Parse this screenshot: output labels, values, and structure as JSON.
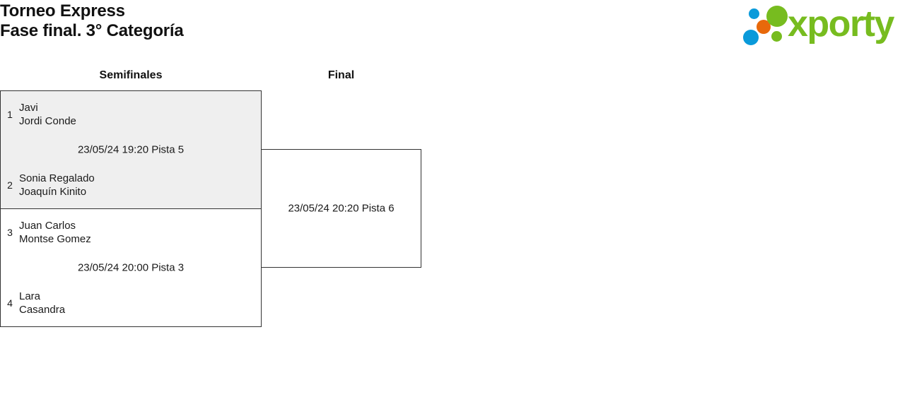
{
  "header": {
    "title_line1": "Torneo Express",
    "title_line2": "Fase final. 3° Categoría",
    "logo": {
      "wordmark": "xporty",
      "green": "#77bc1f",
      "blue": "#0a9ada",
      "orange": "#e8690b"
    }
  },
  "bracket": {
    "rounds": [
      {
        "label": "Semifinales"
      },
      {
        "label": "Final"
      }
    ],
    "matches": [
      {
        "id": "semifinal-1",
        "highlighted": true,
        "meta": "23/05/24 19:20 Pista 5",
        "teams": [
          {
            "seed": "1",
            "player1": "Javi",
            "player2": "Jordi Conde"
          },
          {
            "seed": "2",
            "player1": "Sonia Regalado",
            "player2": "Joaquín Kinito"
          }
        ]
      },
      {
        "id": "semifinal-2",
        "highlighted": false,
        "meta": "23/05/24 20:00 Pista 3",
        "teams": [
          {
            "seed": "3",
            "player1": "Juan Carlos",
            "player2": "Montse Gomez"
          },
          {
            "seed": "4",
            "player1": "Lara",
            "player2": "Casandra"
          }
        ]
      },
      {
        "id": "final",
        "highlighted": false,
        "meta": "23/05/24 20:20 Pista 6",
        "teams": [
          {
            "seed": "",
            "player1": "",
            "player2": ""
          },
          {
            "seed": "",
            "player1": "",
            "player2": ""
          }
        ]
      }
    ]
  },
  "colors": {
    "match_highlight_bg": "#efefef",
    "match_border": "#333333",
    "text": "#1a1a1a"
  }
}
